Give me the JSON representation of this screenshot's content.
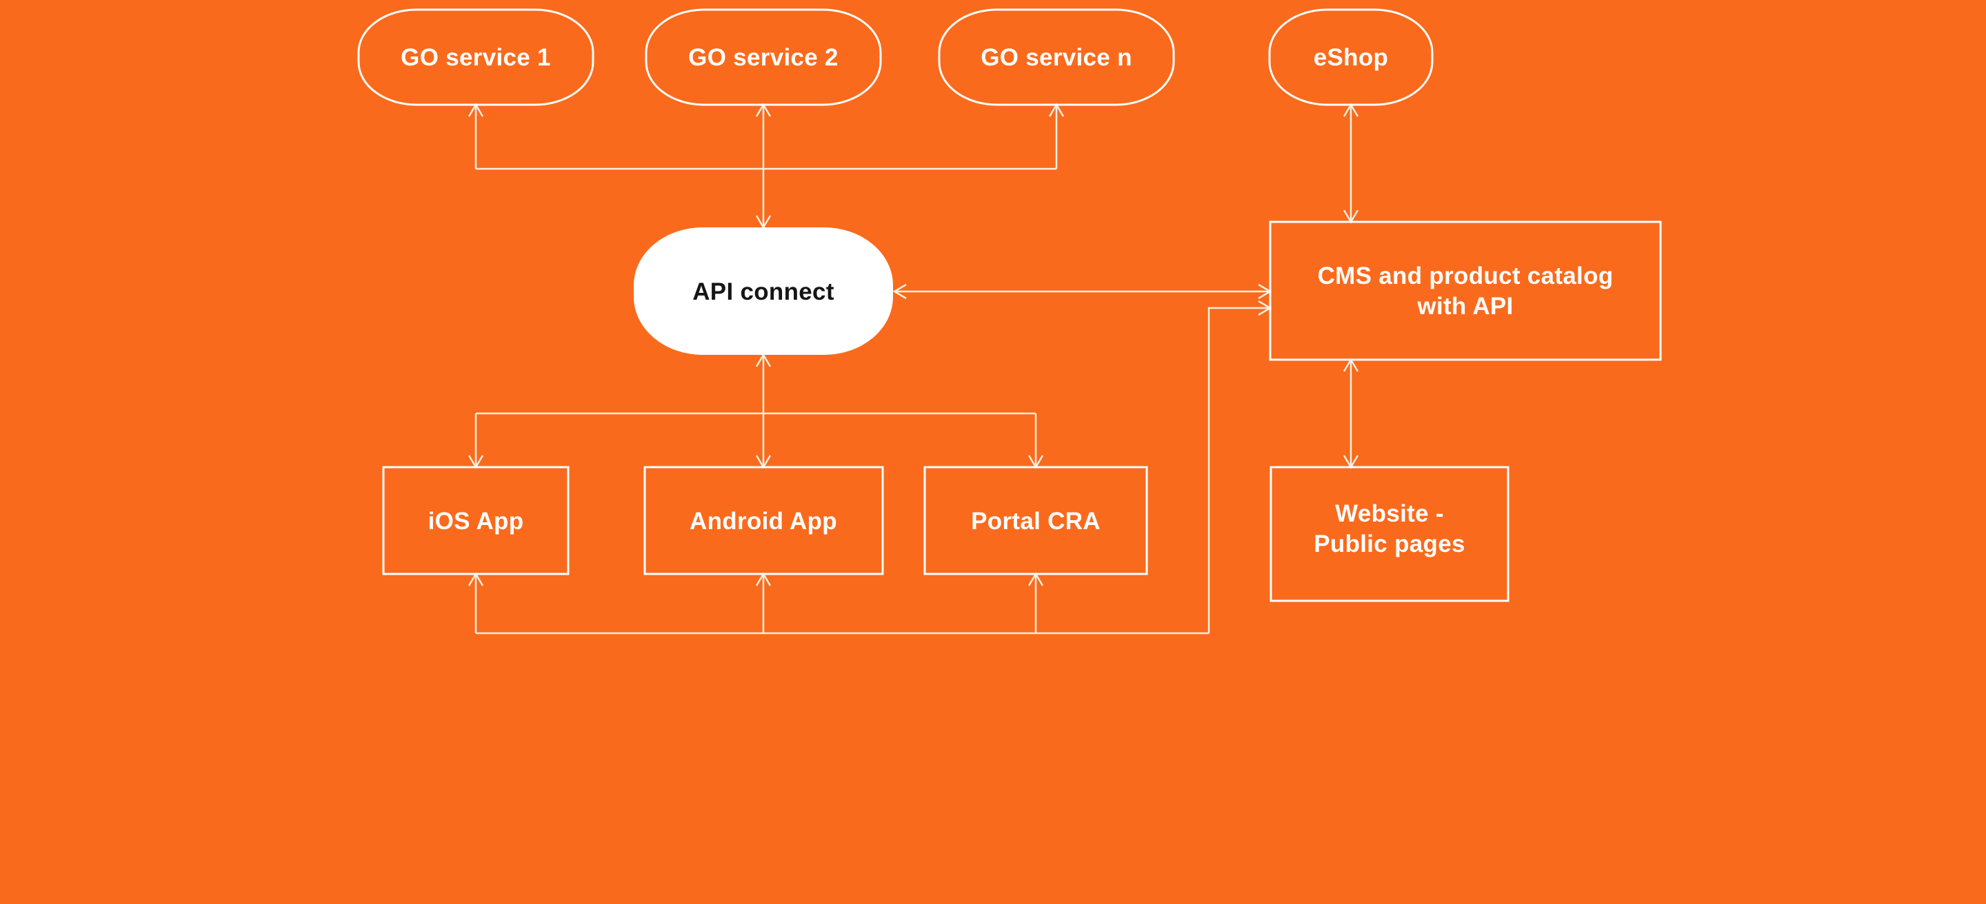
{
  "canvas": {
    "background_color": "#FA6A1C",
    "connector_color": "#F3EFDF",
    "node_border_color": "#FFFFFF",
    "label_color": "#FFFFFF",
    "api_node_fill": "#FFFFFF",
    "api_label_color": "#161616"
  },
  "nodes": {
    "go_service_1": {
      "label": "GO service 1"
    },
    "go_service_2": {
      "label": "GO service 2"
    },
    "go_service_n": {
      "label": "GO service n"
    },
    "eshop": {
      "label": "eShop"
    },
    "api_connect": {
      "label": "API connect"
    },
    "cms": {
      "label_line1": "CMS and product catalog",
      "label_line2": "with API"
    },
    "ios_app": {
      "label": "iOS App"
    },
    "android_app": {
      "label": "Android App"
    },
    "portal_cra": {
      "label": "Portal CRA"
    },
    "website": {
      "label_line1": "Website -",
      "label_line2": "Public pages"
    }
  }
}
